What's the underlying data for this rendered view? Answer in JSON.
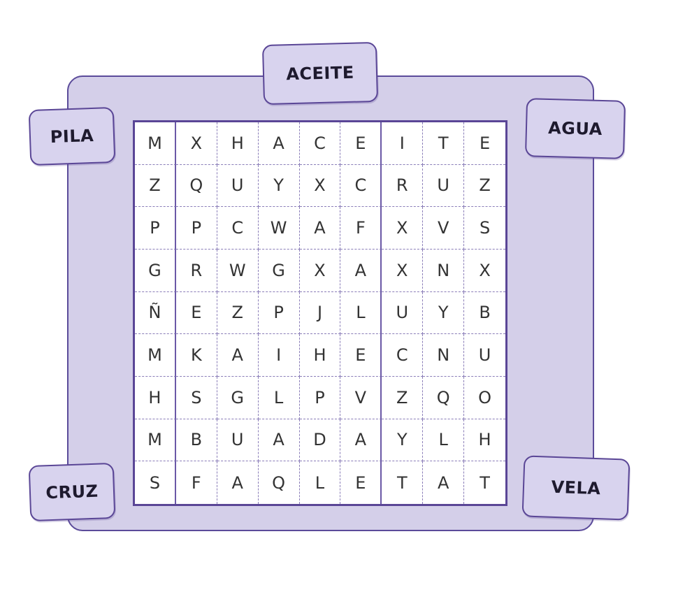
{
  "words": {
    "aceite": "ACEITE",
    "pila": "PILA",
    "agua": "AGUA",
    "cruz": "CRUZ",
    "vela": "VELA"
  },
  "grid": {
    "rows": [
      [
        "M",
        "X",
        "H",
        "A",
        "C",
        "E",
        "I",
        "T",
        "E"
      ],
      [
        "Z",
        "Q",
        "U",
        "Y",
        "X",
        "C",
        "R",
        "U",
        "Z"
      ],
      [
        "P",
        "P",
        "C",
        "W",
        "A",
        "F",
        "X",
        "V",
        "S"
      ],
      [
        "G",
        "R",
        "W",
        "G",
        "X",
        "A",
        "X",
        "N",
        "X"
      ],
      [
        "Ñ",
        "E",
        "Z",
        "P",
        "J",
        "L",
        "U",
        "Y",
        "B"
      ],
      [
        "M",
        "K",
        "A",
        "I",
        "H",
        "E",
        "C",
        "N",
        "U"
      ],
      [
        "H",
        "S",
        "G",
        "L",
        "P",
        "V",
        "Z",
        "Q",
        "O"
      ],
      [
        "M",
        "B",
        "U",
        "A",
        "D",
        "A",
        "Y",
        "L",
        "H"
      ],
      [
        "S",
        "F",
        "A",
        "Q",
        "L",
        "E",
        "T",
        "A",
        "T"
      ]
    ]
  },
  "colors": {
    "board_fill": "#d4cfe9",
    "border_purple": "#5a4696",
    "cell_text": "#333333"
  }
}
